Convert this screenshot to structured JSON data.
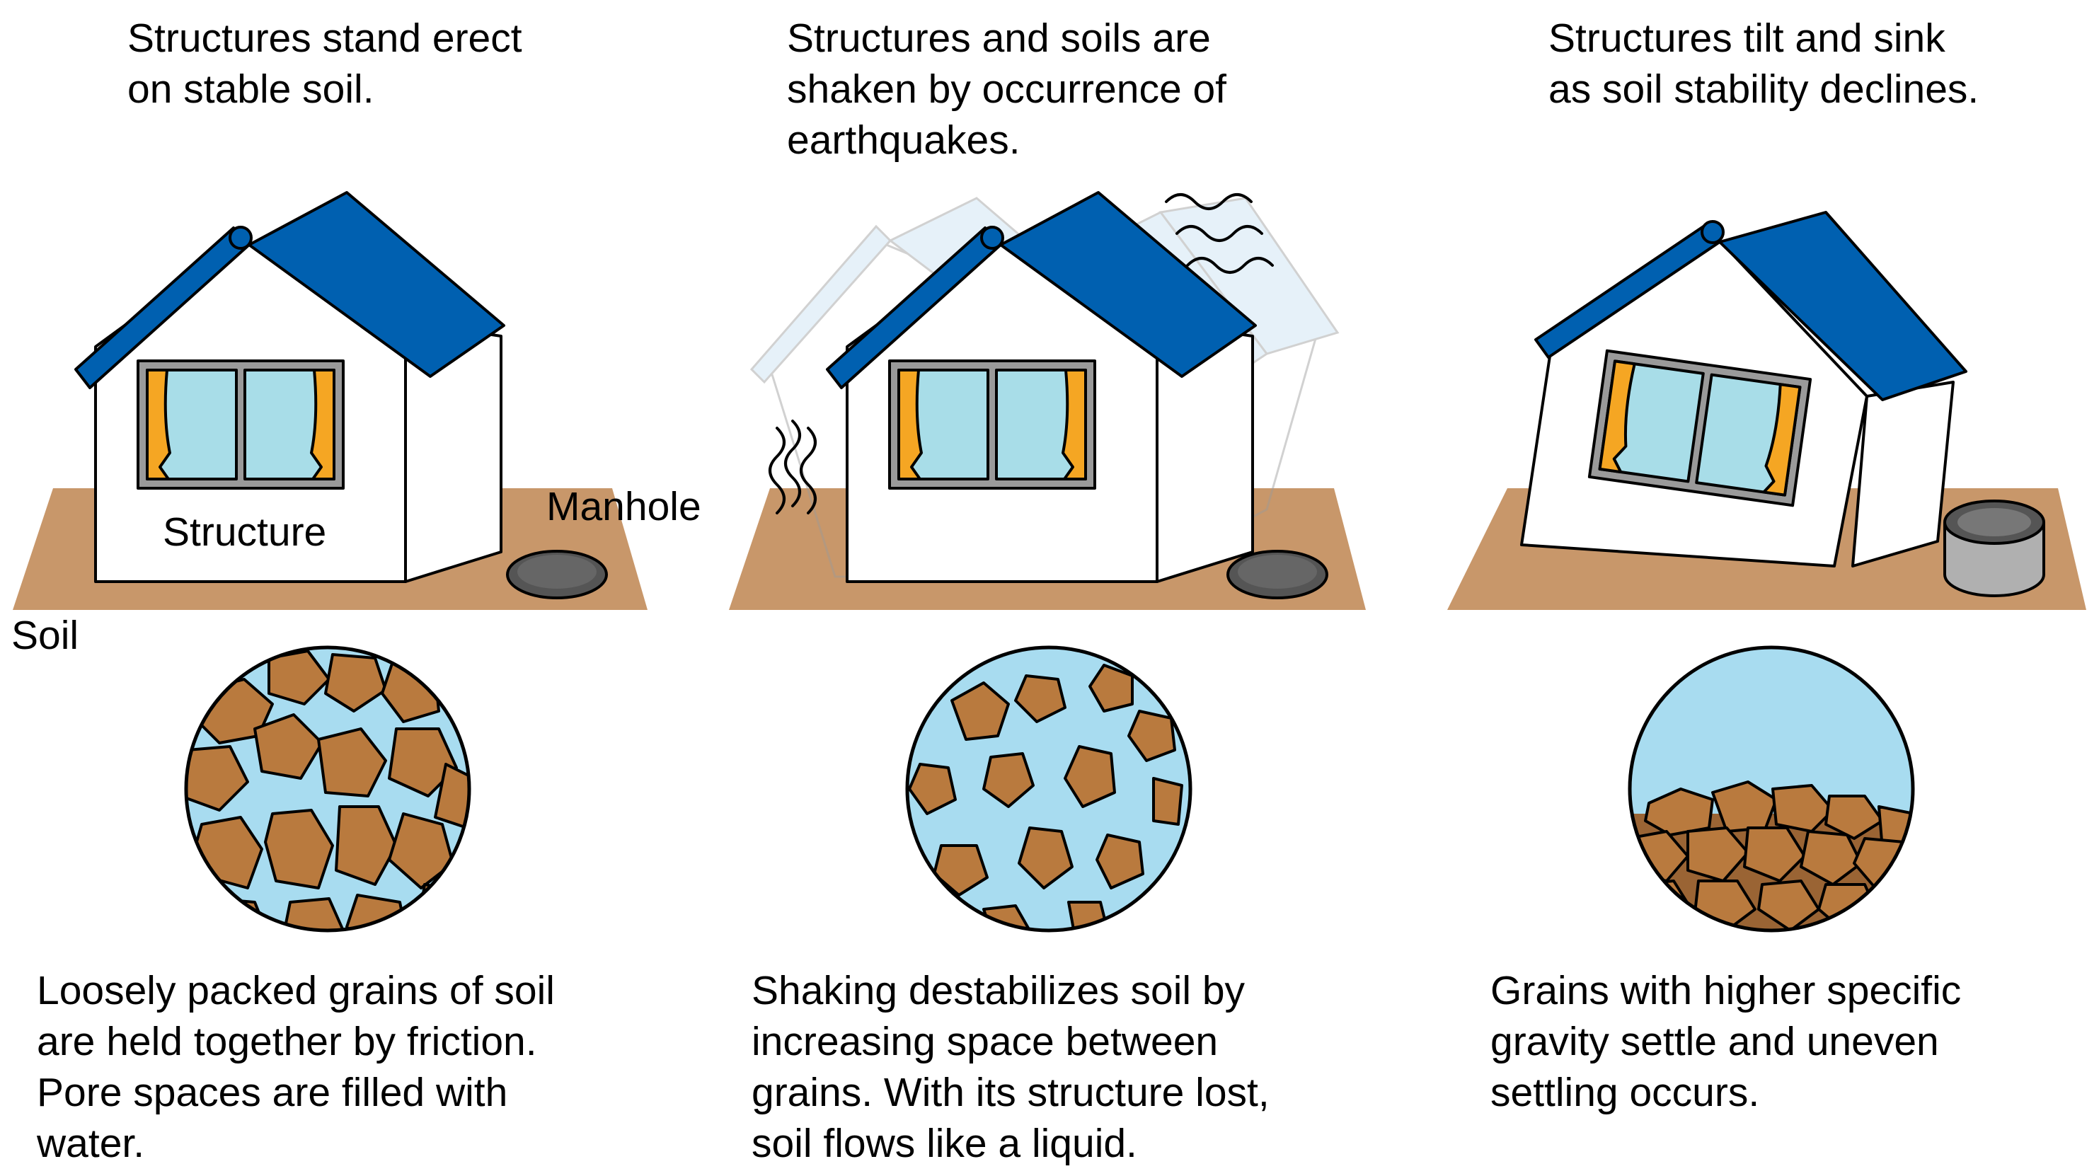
{
  "panels": [
    {
      "top_caption": "Structures stand erect\non stable soil.",
      "bottom_caption": "Loosely packed grains of soil\nare held together by friction.\nPore spaces are filled with\nwater."
    },
    {
      "top_caption": "Structures and soils are\nshaken by occurrence of\nearthquakes.",
      "bottom_caption": "Shaking destabilizes soil by\nincreasing space between\ngrains. With its structure lost,\nsoil flows like a liquid."
    },
    {
      "top_caption": "Structures tilt and sink\nas soil stability declines.",
      "bottom_caption": "Grains with higher specific\ngravity settle and uneven\nsettling occurs."
    }
  ],
  "labels": {
    "structure": "Structure",
    "manhole": "Manhole",
    "soil": "Soil"
  },
  "colors": {
    "soil": "#c8976a",
    "roof": "#0060b0",
    "window_glass": "#a8dde8",
    "curtain": "#f5a623",
    "water": "#a8dcf0",
    "grain": "#b97a3e",
    "manhole": "#555555",
    "ghost": "#c8e2f2"
  },
  "icons": [
    "house-icon",
    "manhole-icon",
    "shake-lines-icon",
    "soil-grains-icon"
  ]
}
